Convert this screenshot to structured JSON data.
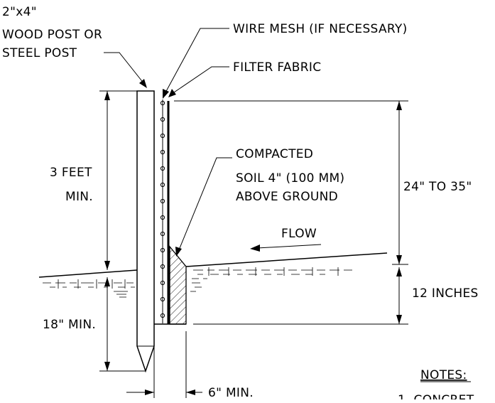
{
  "labels": {
    "post_line1": "2\"x4\"",
    "post_line2": "WOOD POST OR",
    "post_line3": "STEEL POST",
    "wire_mesh": "WIRE MESH (IF NECESSARY)",
    "filter_fabric": "FILTER FABRIC",
    "compacted_line1": "COMPACTED",
    "compacted_line2": "SOIL 4\" (100 MM)",
    "compacted_line3": "ABOVE GROUND",
    "post_height_line1": "3 FEET",
    "post_height_line2": "MIN.",
    "embed_depth": "18\" MIN.",
    "fence_height": "24\" TO 35\"",
    "trench_depth": "12 INCHES",
    "trench_width": "6\" MIN.",
    "flow": "FLOW",
    "notes": "NOTES:",
    "notes_partial": "1.  CONCRET"
  },
  "colors": {
    "line": "#000000",
    "background": "#ffffff"
  }
}
